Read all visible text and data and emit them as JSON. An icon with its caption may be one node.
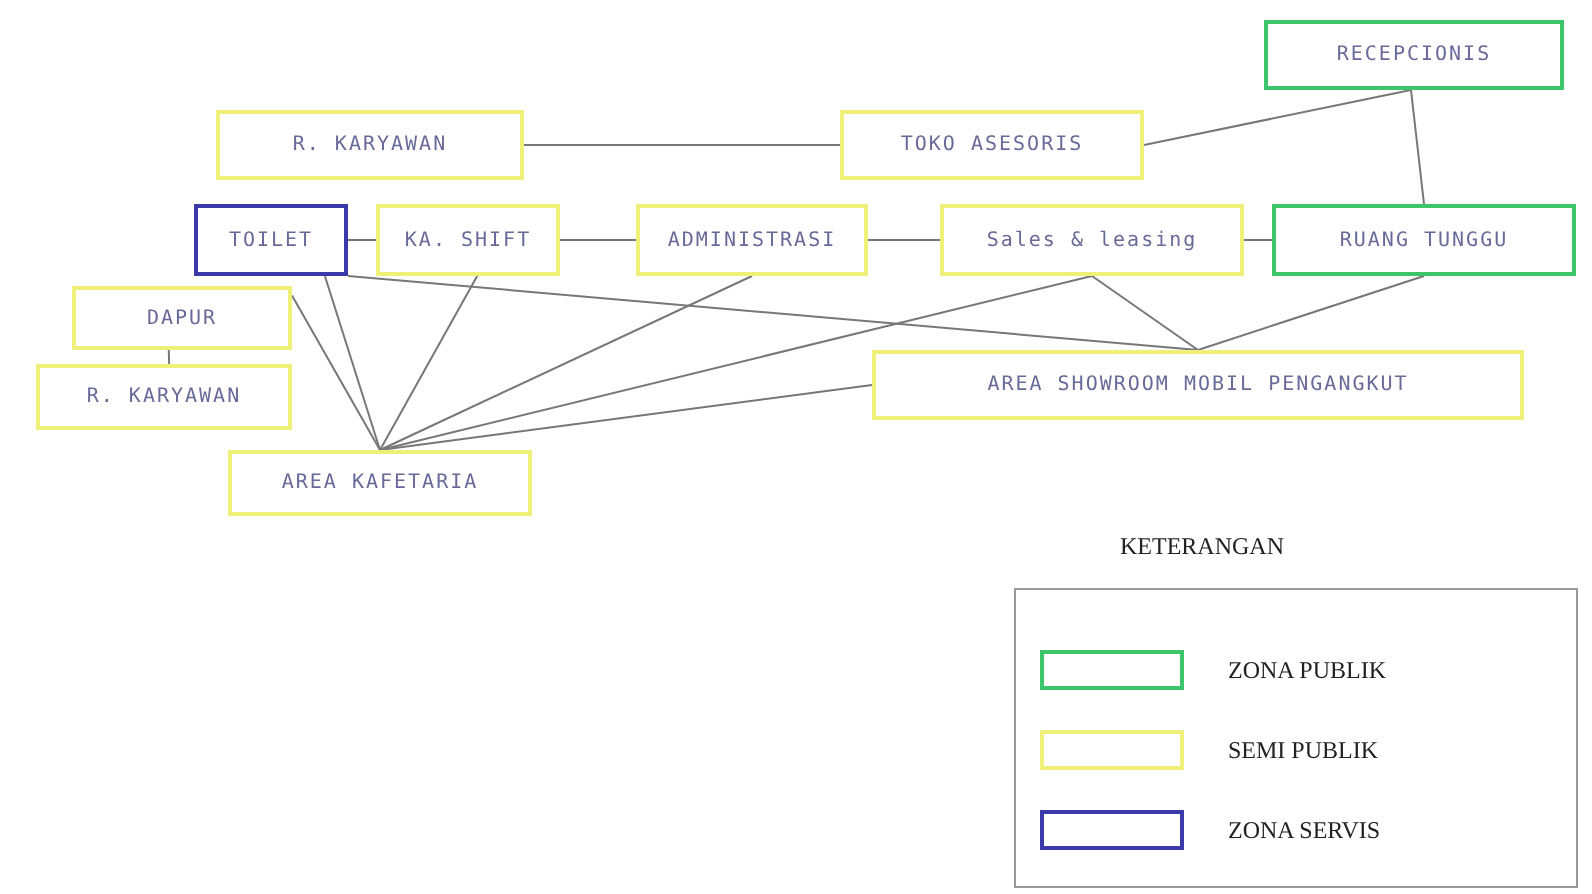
{
  "diagram": {
    "nodes": [
      {
        "text": [
          "R. KARYAWAN"
        ]
      },
      {
        "text": [
          "TOKO ASESORIS"
        ]
      },
      {
        "text": [
          "RECEPCIONIS"
        ]
      },
      {
        "text": [
          "TOILET"
        ]
      },
      {
        "text": [
          "KA. SHIFT"
        ]
      },
      {
        "text": [
          "ADMINISTRASI"
        ]
      },
      {
        "text": [
          "Sales & leasing"
        ]
      },
      {
        "text": [
          "RUANG TUNGGU"
        ]
      },
      {
        "text": [
          "DAPUR"
        ]
      },
      {
        "text": [
          "R. KARYAWAN"
        ]
      },
      {
        "text": [
          "AREA KAFETARIA"
        ]
      },
      {
        "text": [
          "AREA SHOWROOM MOBIL PENGANGKUT"
        ]
      }
    ],
    "edges": [
      {
        "from": 0,
        "to": 1,
        "arrow": "none"
      },
      {
        "from": 1,
        "to": 2,
        "arrow": "none"
      },
      {
        "from": 2,
        "to": 7,
        "arrow": "none"
      },
      {
        "from": 3,
        "to": 4,
        "arrow": "none"
      },
      {
        "from": 4,
        "to": 5,
        "arrow": "none"
      },
      {
        "from": 5,
        "to": 6,
        "arrow": "none"
      },
      {
        "from": 6,
        "to": 7,
        "arrow": "none"
      },
      {
        "from": 8,
        "to": 9,
        "arrow": "none"
      },
      {
        "from": 3,
        "to": 10,
        "arrow": "none"
      },
      {
        "from": 8,
        "to": 10,
        "arrow": "none"
      },
      {
        "from": 4,
        "to": 10,
        "arrow": "none"
      },
      {
        "from": 5,
        "to": 10,
        "arrow": "none"
      },
      {
        "from": 6,
        "to": 10,
        "arrow": "none"
      },
      {
        "from": 10,
        "to": 11,
        "arrow": "none"
      },
      {
        "from": 3,
        "to": 11,
        "arrow": "none"
      },
      {
        "from": 6,
        "to": 11,
        "arrow": "none"
      },
      {
        "from": 7,
        "to": 11,
        "arrow": "none"
      }
    ],
    "labels": [
      "KETERANGAN"
    ],
    "legend": [
      {
        "text": "ZONA PUBLIK",
        "color": "#3cc56a"
      },
      {
        "text": "SEMI PUBLIK",
        "color": "#eef07a"
      },
      {
        "text": "ZONA SERVIS",
        "color": "#3a3aa8"
      }
    ]
  }
}
